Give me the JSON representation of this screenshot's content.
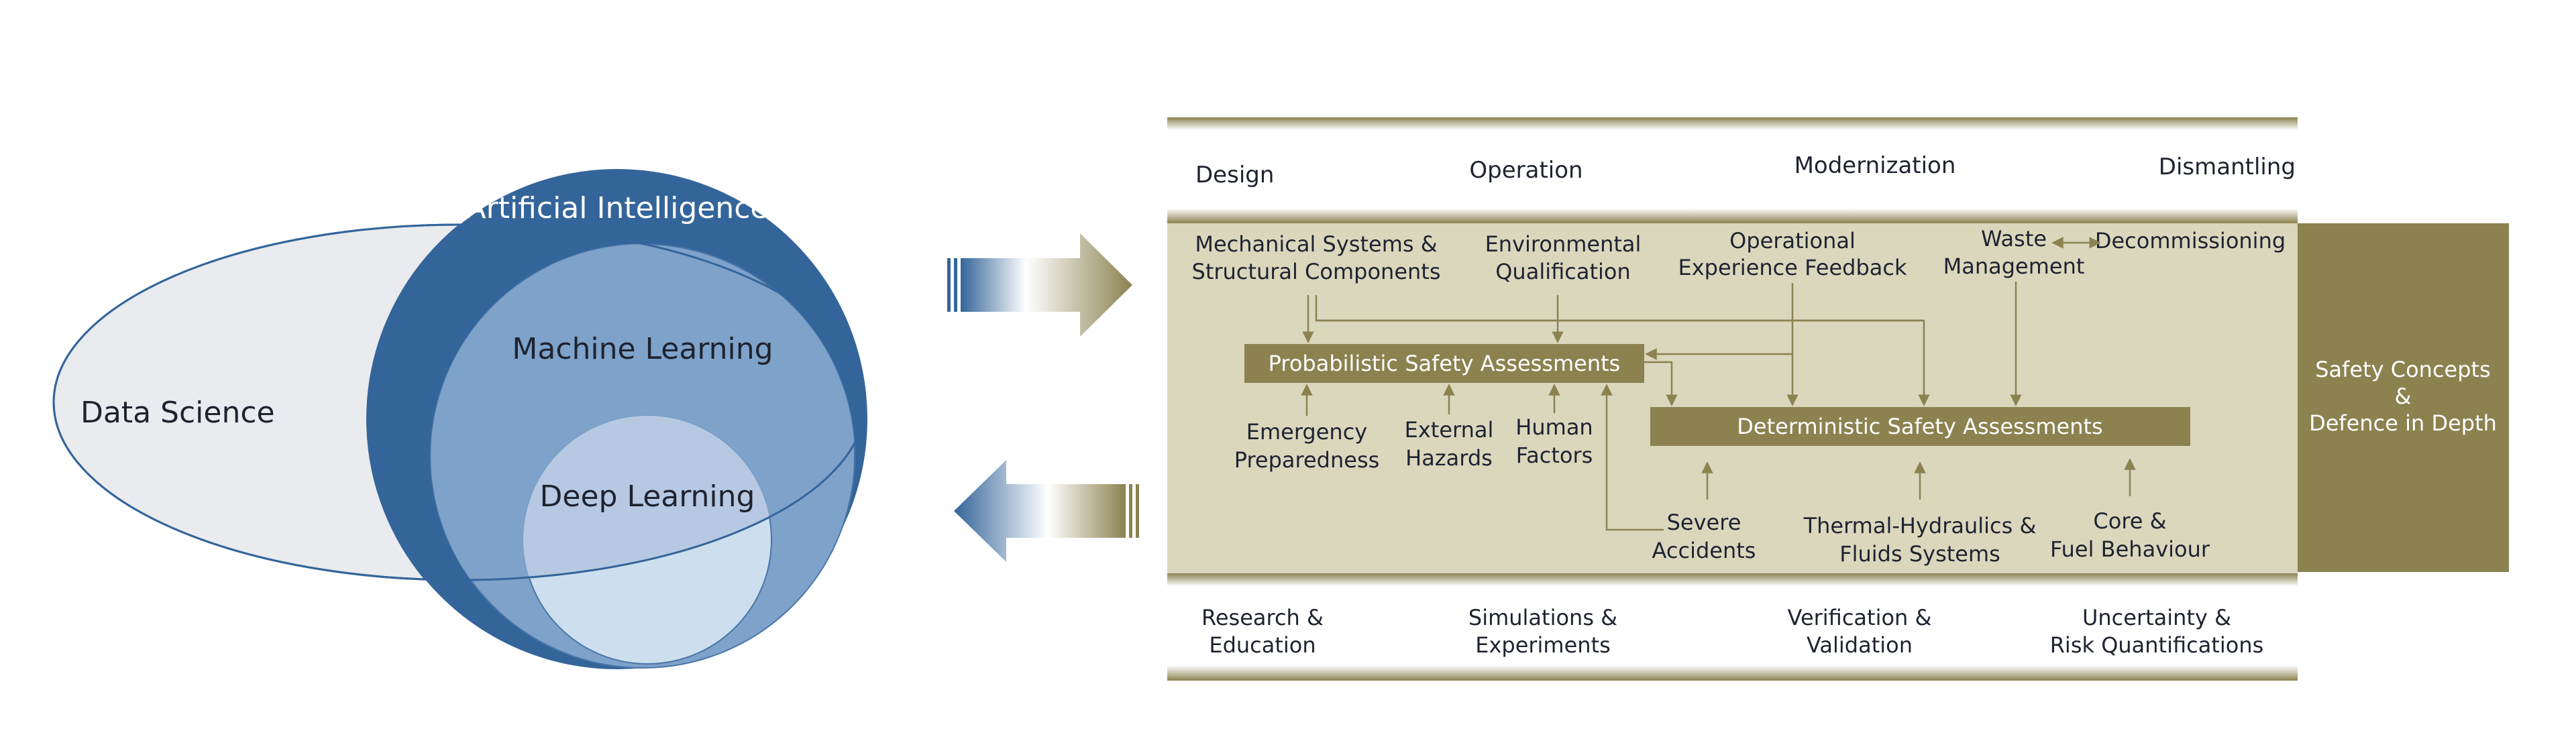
{
  "venn": {
    "data_science": "Data Science",
    "artificial_intelligence": "Artificial Intelligence",
    "machine_learning": "Machine Learning",
    "deep_learning": "Deep Learning"
  },
  "phases": {
    "design": "Design",
    "operation": "Operation",
    "modernization": "Modernization",
    "dismantling": "Dismantling"
  },
  "topics": {
    "mechanical_1": "Mechanical Systems &",
    "mechanical_2": "Structural Components",
    "environmental_1": "Environmental",
    "environmental_2": "Qualification",
    "operational_1": "Operational",
    "operational_2": "Experience Feedback",
    "waste_1": "Waste",
    "waste_2": "Management",
    "decommissioning": "Decommissioning",
    "emergency_1": "Emergency",
    "emergency_2": "Preparedness",
    "external_1": "External",
    "external_2": "Hazards",
    "human_1": "Human",
    "human_2": "Factors",
    "severe_1": "Severe",
    "severe_2": "Accidents",
    "thermal_1": "Thermal-Hydraulics &",
    "thermal_2": "Fluids Systems",
    "core_1": "Core &",
    "core_2": "Fuel Behaviour"
  },
  "assessments": {
    "probabilistic": "Probabilistic Safety Assessments",
    "deterministic": "Deterministic Safety Assessments"
  },
  "safety_concepts": {
    "line1": "Safety Concepts",
    "line2": "&",
    "line3": "Defence in Depth"
  },
  "methods": {
    "research_1": "Research &",
    "research_2": "Education",
    "simulations_1": "Simulations &",
    "simulations_2": "Experiments",
    "verification_1": "Verification &",
    "verification_2": "Validation",
    "uncertainty_1": "Uncertainty &",
    "uncertainty_2": "Risk Quantifications"
  },
  "colors": {
    "olive": "#8b8250",
    "olive_light": "#dad7bd",
    "ai_blue": "#34659a",
    "ml_blue": "#7ea2c9",
    "dl_blue": "#b7c9e2",
    "ds_grey": "#e9ebee"
  }
}
